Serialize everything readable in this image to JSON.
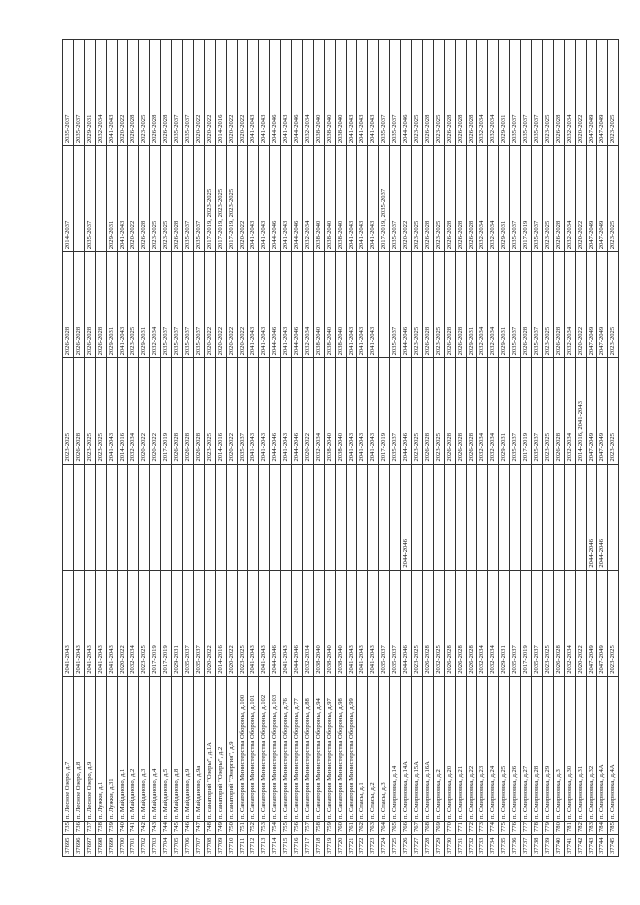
{
  "rows": [
    [
      "37695",
      "735",
      "п. Лесное Озеро, д.7",
      "2041-2043",
      "",
      "2023-2025",
      "2026-2028",
      "2014-2037",
      "2035-2037"
    ],
    [
      "37696",
      "736",
      "п. Лесное Озеро, д.8",
      "2041-2043",
      "",
      "2026-2028",
      "2026-2028",
      "",
      "2035-2037"
    ],
    [
      "37697",
      "737",
      "п. Лесное Озеро, д.9",
      "2041-2043",
      "",
      "2023-2025",
      "2026-2028",
      "2035-2037",
      "2029-2031"
    ],
    [
      "37698",
      "738",
      "п. Лужки, д.1",
      "2041-2043",
      "",
      "2023-2025",
      "2026-2028",
      "",
      "2032-2034"
    ],
    [
      "37699",
      "739",
      "п. Лужки, д.31",
      "2041-2043",
      "",
      "2041-2043",
      "2029-2031",
      "2029-2031",
      "2041-2043"
    ],
    [
      "37700",
      "740",
      "п. Майданово, д.1",
      "2020-2022",
      "",
      "2014-2016",
      "2041-2043",
      "2041-2043",
      "2020-2022"
    ],
    [
      "37701",
      "741",
      "п. Майданово, д.2",
      "2032-2034",
      "",
      "2032-2034",
      "2023-2025",
      "2020-2022",
      "2026-2028"
    ],
    [
      "37702",
      "742",
      "п. Майданово, д.3",
      "2023-2025",
      "",
      "2020-2022",
      "2029-2031",
      "2026-2028",
      "2023-2025"
    ],
    [
      "37703",
      "743",
      "п. Майданово, д.4",
      "2017-2019",
      "",
      "2020-2022",
      "2032-2034",
      "2023-2025",
      "2026-2028"
    ],
    [
      "37704",
      "744",
      "п. Майданово, д.5",
      "2017-2019",
      "",
      "2017-2019",
      "2035-2037",
      "2023-2025",
      "2026-2028"
    ],
    [
      "37705",
      "745",
      "п. Майданово, д.8",
      "2029-2031",
      "",
      "2026-2028",
      "2035-2037",
      "2026-2028",
      "2035-2037"
    ],
    [
      "37706",
      "746",
      "п. Майданово, д.9",
      "2035-2037",
      "",
      "2026-2028",
      "2035-2037",
      "2035-2037",
      "2035-2037"
    ],
    [
      "37707",
      "747",
      "п. Майданово, д.9а",
      "2035-2037",
      "",
      "2026-2028",
      "2035-2037",
      "2035-2037",
      "2020-2022"
    ],
    [
      "37708",
      "748",
      "п. санаторий \"Озеры\", д.1А",
      "2020-2022",
      "",
      "2023-2025",
      "2020-2022",
      "2017-2019, 2023-2025",
      "2020-2022"
    ],
    [
      "37709",
      "749",
      "п. санаторий \"Озеры\", д.2",
      "2014-2016",
      "",
      "2014-2016",
      "2020-2022",
      "2017-2019, 2023-2025",
      "2014-2016"
    ],
    [
      "37710",
      "750",
      "п. санаторий \"Энергия\", д.9",
      "2020-2022",
      "",
      "2020-2022",
      "2020-2022",
      "2017-2019, 2023-2025",
      "2020-2022"
    ],
    [
      "37711",
      "751",
      "п. Санатория Министерства Обороны, д.100",
      "2023-2025",
      "",
      "2035-2037",
      "2020-2022",
      "2020-2022",
      "2020-2022"
    ],
    [
      "37712",
      "752",
      "п. Санатория Министерства Обороны, д.101",
      "2041-2043",
      "",
      "2041-2043",
      "2041-2043",
      "2041-2043",
      "2041-2043"
    ],
    [
      "37713",
      "753",
      "п. Санатория Министерства Обороны, д.102",
      "2041-2043",
      "",
      "2041-2043",
      "2041-2043",
      "2041-2043",
      "2041-2043"
    ],
    [
      "37714",
      "754",
      "п. Санатория Министерства Обороны, д.103",
      "2044-2046",
      "",
      "2044-2046",
      "2044-2046",
      "2044-2046",
      "2044-2046"
    ],
    [
      "37715",
      "755",
      "п. Санатория Министерства Обороны, д.76",
      "2041-2043",
      "",
      "2041-2043",
      "2041-2043",
      "2041-2043",
      "2041-2043"
    ],
    [
      "37716",
      "756",
      "п. Санатория Министерства Обороны, д.77",
      "2044-2046",
      "",
      "2044-2046",
      "2044-2046",
      "2044-2046",
      "2044-2046"
    ],
    [
      "37717",
      "757",
      "п. Санатория Министерства Обороны, д.88",
      "2032-2034",
      "",
      "2020-2022",
      "2032-2034",
      "2032-2034",
      "2032-2034"
    ],
    [
      "37718",
      "758",
      "п. Санатория Министерства Обороны, д.94",
      "2038-2040",
      "",
      "2032-2034",
      "2038-2040",
      "2038-2040",
      "2038-2040"
    ],
    [
      "37719",
      "759",
      "п. Санатория Министерства Обороны, д.97",
      "2038-2040",
      "",
      "2038-2040",
      "2038-2040",
      "2038-2040",
      "2038-2040"
    ],
    [
      "37720",
      "760",
      "п. Санатория Министерства Обороны, д.98",
      "2038-2040",
      "",
      "2038-2040",
      "2038-2040",
      "2038-2040",
      "2038-2040"
    ],
    [
      "37721",
      "761",
      "п. Санатория Министерства Обороны, д.99",
      "2041-2043",
      "",
      "2041-2043",
      "2041-2043",
      "2041-2043",
      "2041-2043"
    ],
    [
      "37722",
      "762",
      "п. Спасы, д.1",
      "2041-2043",
      "",
      "2041-2043",
      "2041-2043",
      "2041-2043",
      "2041-2043"
    ],
    [
      "37723",
      "763",
      "п. Спасы, д.2",
      "2041-2043",
      "",
      "2041-2043",
      "2041-2043",
      "2041-2043",
      "2041-2043"
    ],
    [
      "37724",
      "764",
      "п. Спасы, д.3",
      "2035-2037",
      "",
      "2017-2019",
      "",
      "2017-2019, 2035-2037",
      "2035-2037"
    ],
    [
      "37725",
      "765",
      "п. Смирновка, д.14",
      "2035-2037",
      "",
      "2035-2037",
      "2035-2037",
      "2035-2037",
      "2035-2037"
    ],
    [
      "37726",
      "766",
      "п. Смирновка, д.14А",
      "2044-2046",
      "2044-2046",
      "2044-2046",
      "2044-2046",
      "2020-2022",
      "2044-2046"
    ],
    [
      "37727",
      "767",
      "п. Смирновка, д.15А",
      "2023-2025",
      "",
      "2023-2025",
      "2023-2025",
      "2023-2025",
      "2023-2025"
    ],
    [
      "37728",
      "768",
      "п. Смирновка, д.16А",
      "2026-2028",
      "",
      "2026-2028",
      "2026-2028",
      "2026-2028",
      "2026-2028"
    ],
    [
      "37729",
      "769",
      "п. Смирновка, д.2",
      "2032-2025",
      "",
      "2023-2025",
      "2023-2025",
      "2023-2025",
      "2023-2025"
    ],
    [
      "37730",
      "770",
      "п. Смирновка, д.20",
      "2026-2028",
      "",
      "2026-2028",
      "2026-2028",
      "2026-2028",
      "2026-2028"
    ],
    [
      "37731",
      "771",
      "п. Смирновка, д.21",
      "2026-2028",
      "",
      "2026-2028",
      "2026-2028",
      "2026-2028",
      "2026-2028"
    ],
    [
      "37732",
      "772",
      "п. Смирновка, д.22",
      "2026-2028",
      "",
      "2026-2028",
      "2029-2031",
      "2026-2028",
      "2026-2028"
    ],
    [
      "37733",
      "773",
      "п. Смирновка, д.23",
      "2032-2034",
      "",
      "2032-2034",
      "2032-2034",
      "2032-2034",
      "2032-2034"
    ],
    [
      "37734",
      "774",
      "п. Смирновка, д.24",
      "2032-2034",
      "",
      "2032-2034",
      "2032-2034",
      "2032-2034",
      "2032-2034"
    ],
    [
      "37735",
      "775",
      "п. Смирновка, д.25",
      "2029-2031",
      "",
      "2029-2031",
      "2029-2031",
      "2029-2031",
      "2029-2031"
    ],
    [
      "37736",
      "776",
      "п. Смирновка, д.26",
      "2035-2037",
      "",
      "2035-2037",
      "2035-2037",
      "2035-2037",
      "2035-2037"
    ],
    [
      "37737",
      "777",
      "п. Смирновка, д.27",
      "2017-2019",
      "",
      "2017-2019",
      "2026-2028",
      "2017-2019",
      "2035-2037"
    ],
    [
      "37738",
      "778",
      "п. Смирновка, д.28",
      "2035-2037",
      "",
      "2035-2037",
      "2035-2037",
      "2035-2037",
      "2035-2037"
    ],
    [
      "37739",
      "779",
      "п. Смирновка, д.29",
      "2023-2025",
      "",
      "2023-2025",
      "2023-2025",
      "2023-2025",
      "2023-2025"
    ],
    [
      "37740",
      "780",
      "п. Смирновка, д.3",
      "2026-2028",
      "",
      "2026-2028",
      "2026-2028",
      "2026-2028",
      "2026-2028"
    ],
    [
      "37741",
      "781",
      "п. Смирновка, д.30",
      "2032-2034",
      "",
      "2032-2034",
      "2032-2034",
      "2032-2034",
      "2032-2034"
    ],
    [
      "37742",
      "782",
      "п. Смирновка, д.31",
      "2020-2022",
      "",
      "2014-2016, 2041-2043",
      "2020-2022",
      "2020-2022",
      "2020-2022"
    ],
    [
      "37743",
      "783",
      "п. Смирновка, д.32",
      "2047-2049",
      "2044-2046",
      "2047-2049",
      "2047-2049",
      "2047-2049",
      "2047-2049"
    ],
    [
      "37744",
      "784",
      "п. Смирновка, д.4А",
      "2047-2049",
      "2044-2046",
      "2047-2049",
      "2047-2049",
      "2047-2049",
      "2047-2049"
    ],
    [
      "37745",
      "785",
      "п. Смирновка, д.4А",
      "2023-2025",
      "",
      "2023-2025",
      "2023-2025",
      "2023-2025",
      "2023-2025"
    ]
  ]
}
